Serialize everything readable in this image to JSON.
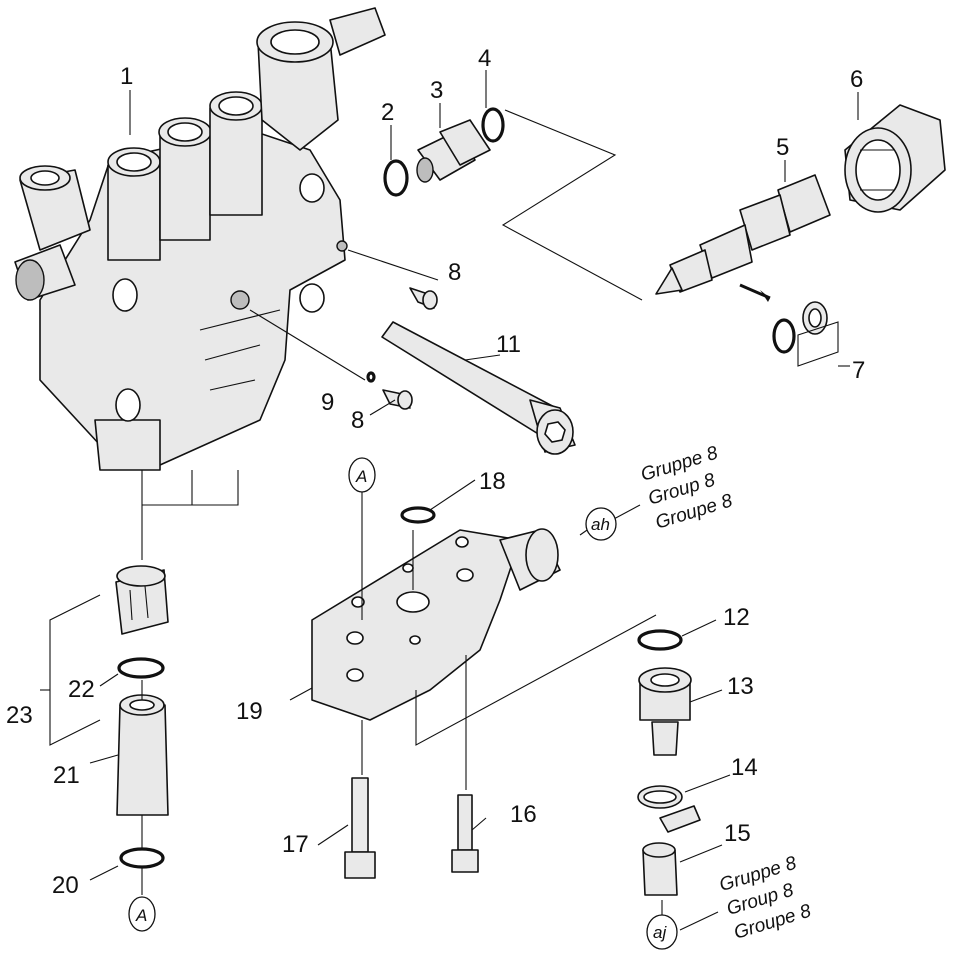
{
  "callouts": {
    "p1": "1",
    "p2": "2",
    "p3": "3",
    "p4": "4",
    "p5": "5",
    "p6": "6",
    "p7": "7",
    "p8a": "8",
    "p8b": "8",
    "p9": "9",
    "p11": "11",
    "p12": "12",
    "p13": "13",
    "p14": "14",
    "p15": "15",
    "p16": "16",
    "p17": "17",
    "p18": "18",
    "p19": "19",
    "p20": "20",
    "p21": "21",
    "p22": "22",
    "p23": "23"
  },
  "markers": {
    "a_top": "A",
    "a_bottom": "A",
    "ah": "ah",
    "aj": "aj"
  },
  "references": {
    "ah": {
      "line1": "Gruppe  8",
      "line2": "Group  8",
      "line3": "Groupe  8"
    },
    "aj": {
      "line1": "Gruppe  8",
      "line2": "Group  8",
      "line3": "Groupe  8"
    }
  }
}
